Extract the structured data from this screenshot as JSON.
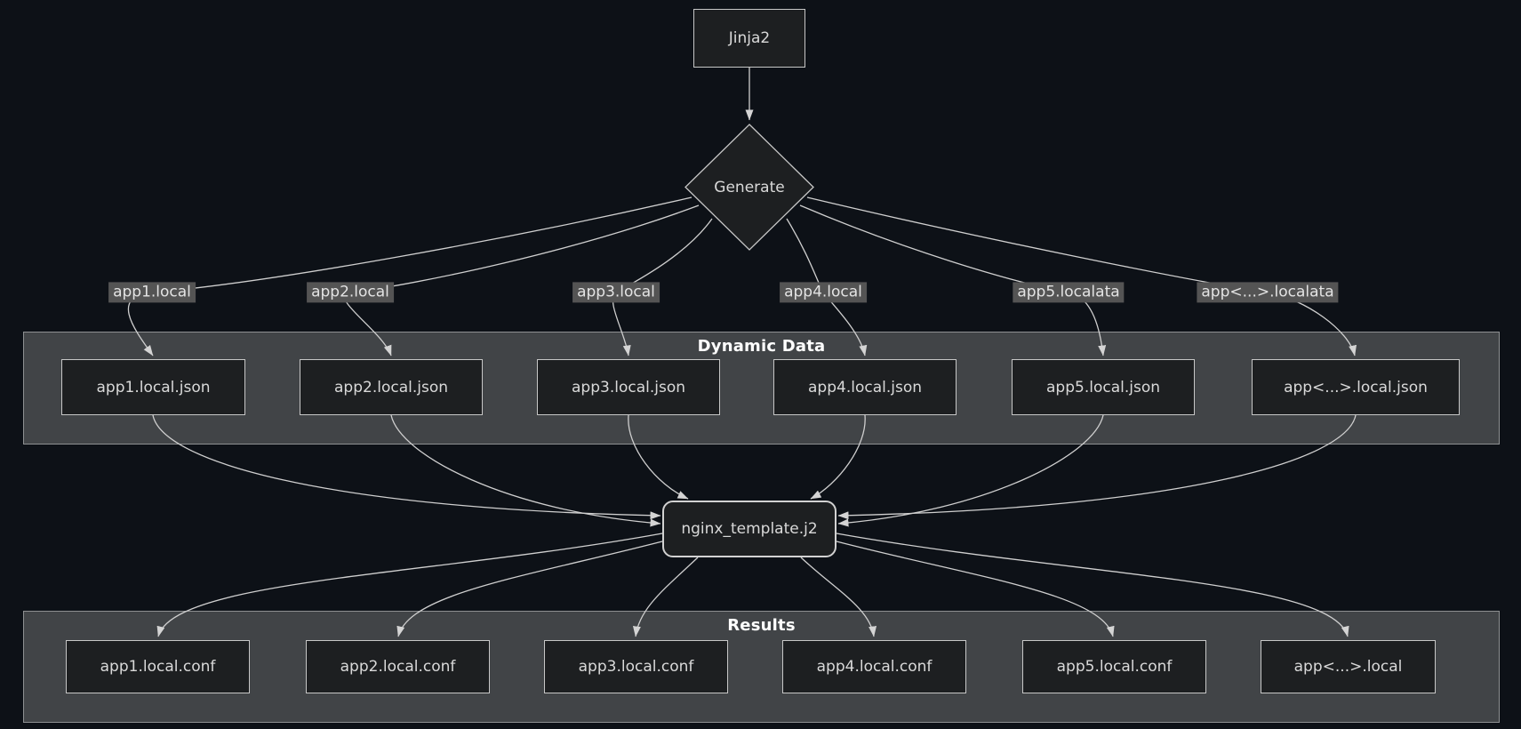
{
  "diagram": {
    "root_node": "Jinja2",
    "decision_node": "Generate",
    "template_node": "nginx_template.j2",
    "edge_labels": [
      "app1.local",
      "app2.local",
      "app3.local",
      "app4.local",
      "app5.localata",
      "app<...>.localata"
    ],
    "clusters": {
      "dynamic_data": {
        "title": "Dynamic Data",
        "nodes": [
          "app1.local.json",
          "app2.local.json",
          "app3.local.json",
          "app4.local.json",
          "app5.local.json",
          "app<...>.local.json"
        ]
      },
      "results": {
        "title": "Results",
        "nodes": [
          "app1.local.conf",
          "app2.local.conf",
          "app3.local.conf",
          "app4.local.conf",
          "app5.local.conf",
          "app<...>.local"
        ]
      }
    },
    "colors": {
      "background": "#0d1117",
      "cluster_fill": "#414447",
      "node_fill": "#1d1f21",
      "node_border": "#c7c7c7",
      "edge": "#cfcfcf",
      "edge_label_bg": "#545454",
      "node_text": "#d9d9d9",
      "cluster_title_text": "#ffffff"
    }
  }
}
